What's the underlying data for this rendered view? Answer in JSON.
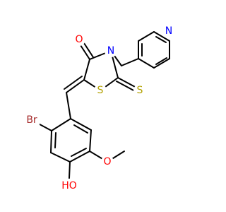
{
  "molecule": {
    "atoms": {
      "pyridine_n": {
        "label": "N",
        "color": "#0000FF"
      },
      "imide_n": {
        "label": "N",
        "color": "#0000FF"
      },
      "carbonyl_o": {
        "label": "O",
        "color": "#FF0000"
      },
      "ring_s": {
        "label": "S",
        "color": "#B2A100"
      },
      "thione_s": {
        "label": "S",
        "color": "#B2A100"
      },
      "bromine": {
        "label": "Br",
        "color": "#A52A2A"
      },
      "hydroxyl": {
        "label": "HO",
        "color": "#FF0000"
      },
      "methoxy_o": {
        "label": "O",
        "color": "#FF0000"
      }
    },
    "bond_color": "#000000"
  }
}
